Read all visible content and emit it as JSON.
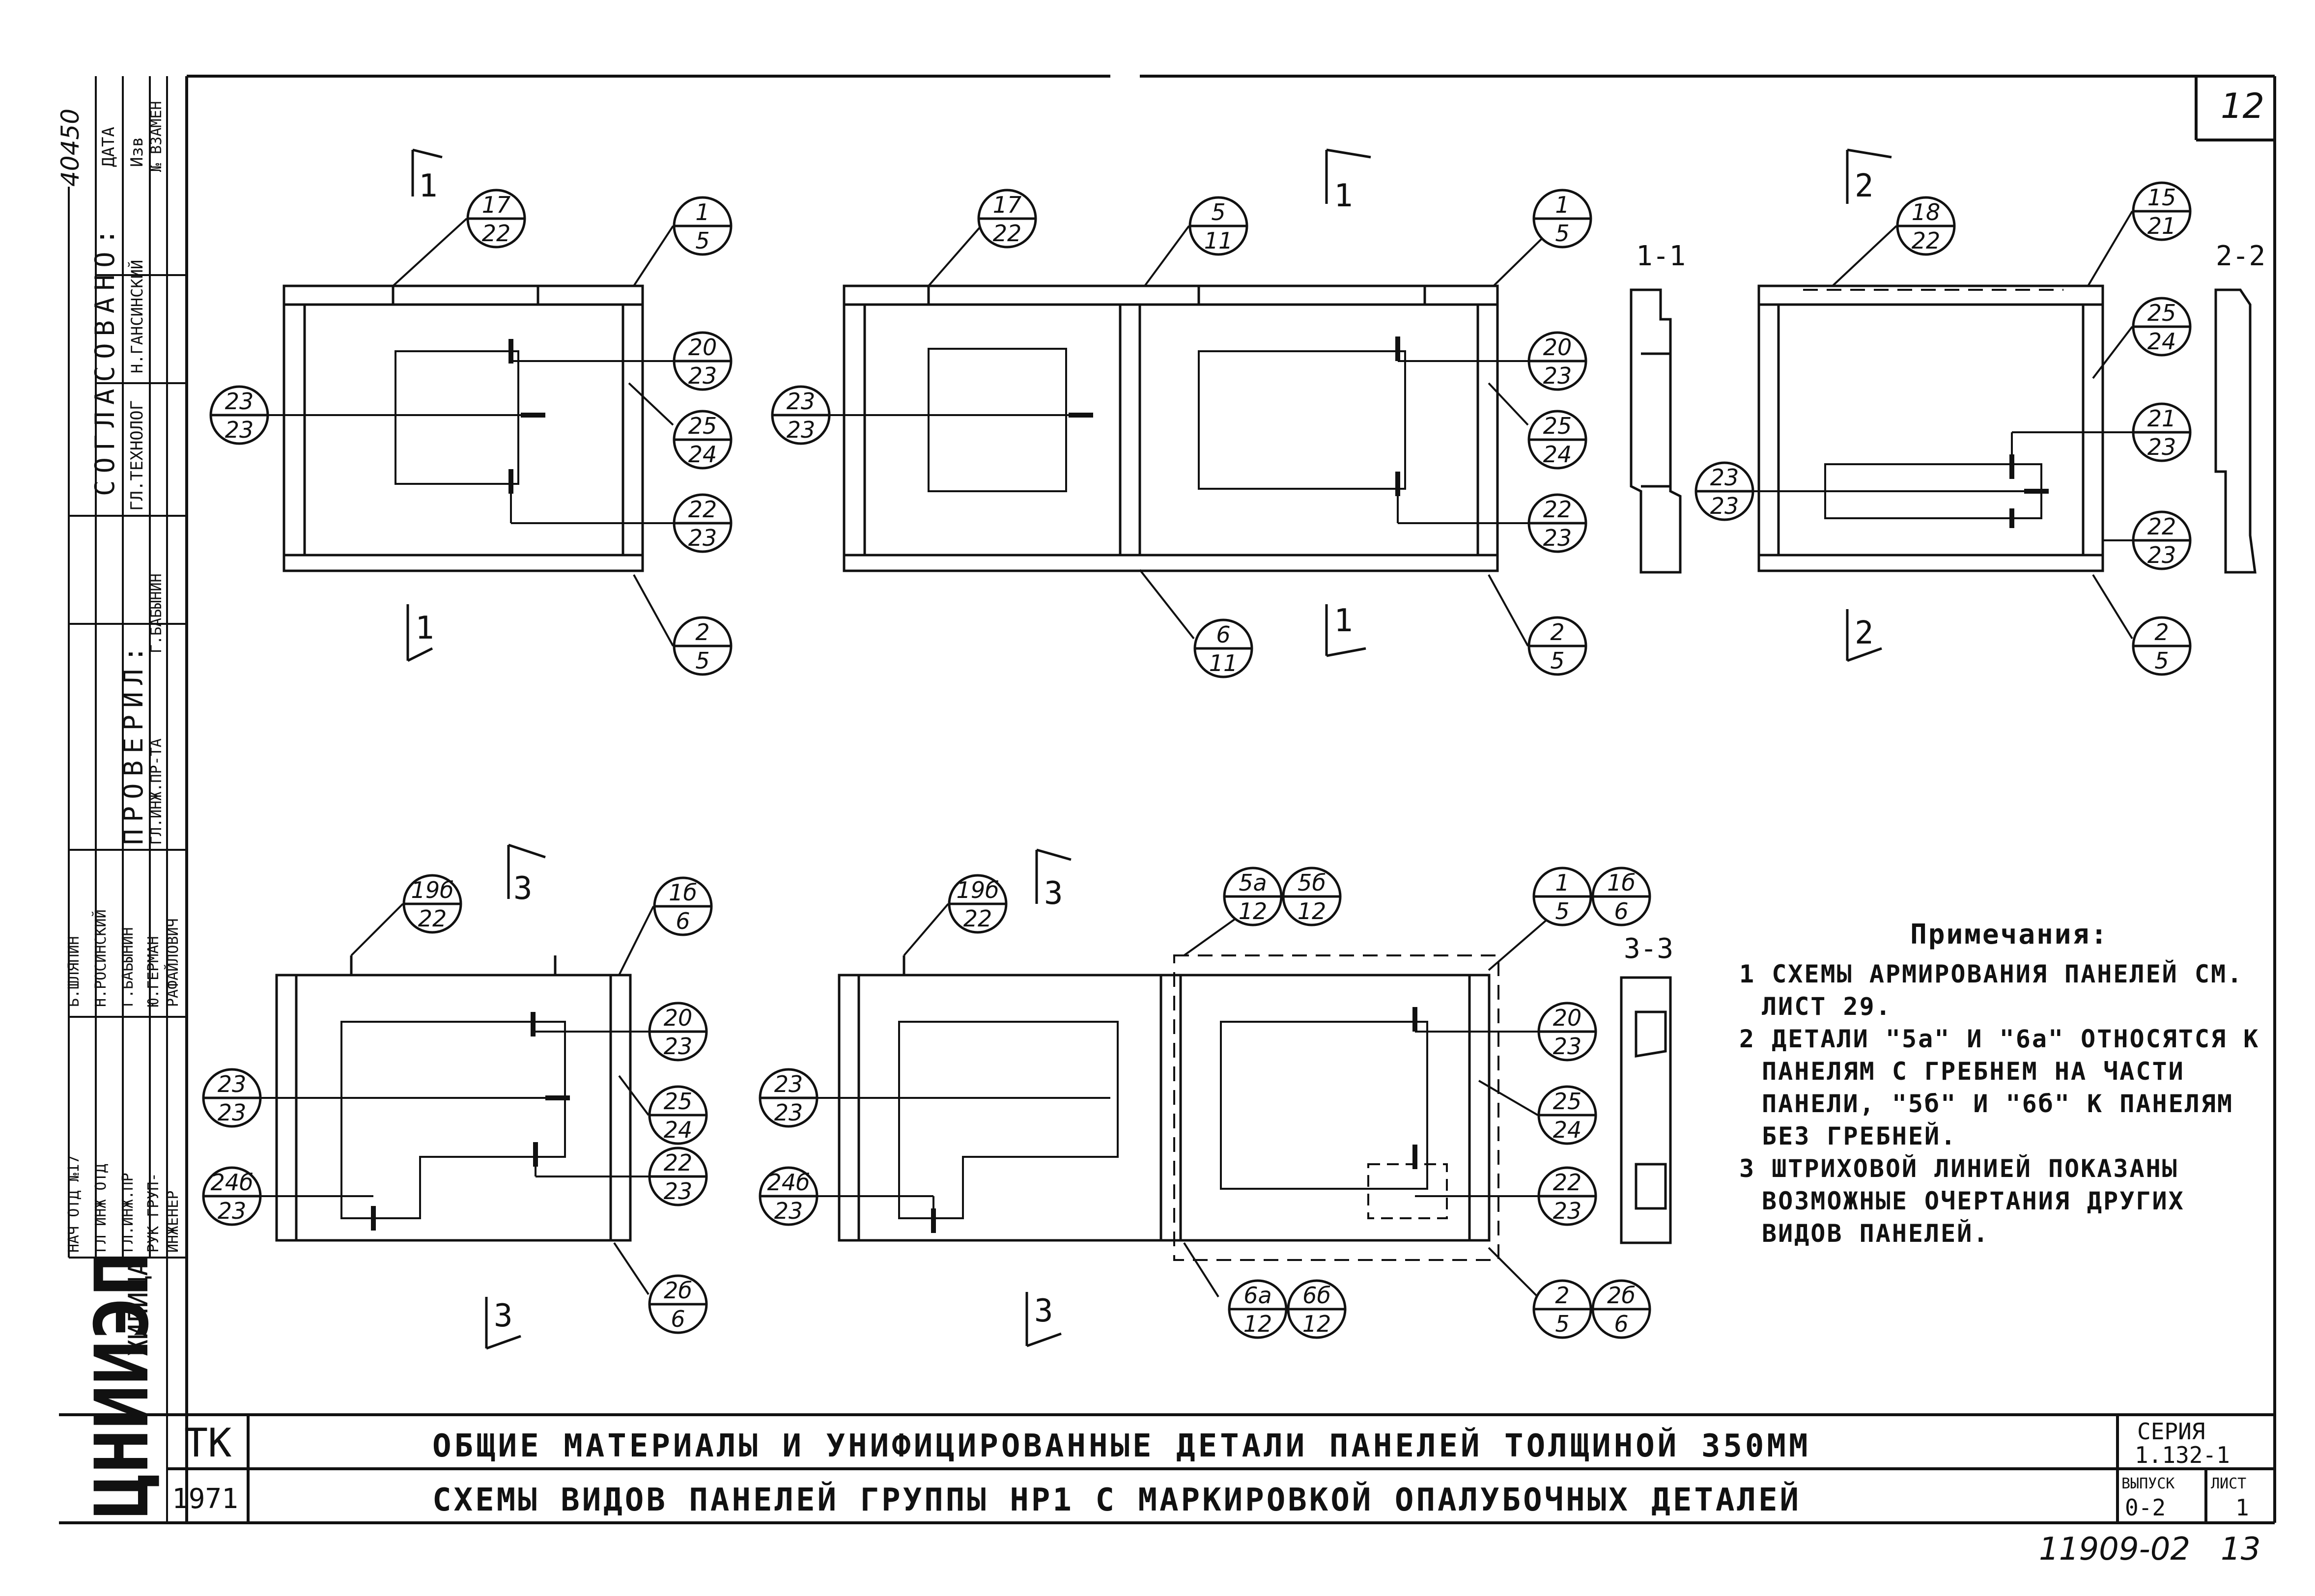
{
  "sheet_no": "12",
  "archive_no": "11909-02",
  "page_no": "13",
  "stamp_no": "40450",
  "left_stamp": {
    "agreed_header": "СОГЛАСОВАНО:",
    "agreed_col_date": "ДАТА",
    "agreed_col_izv": "Изв",
    "agreed_col_rep": "№ ВЗАМЕН",
    "agreed_role": "ГЛ.ТЕХНОЛОГ",
    "agreed_name": "Н.ГАНСИНСКИЙ",
    "checked_header": "ПРОВЕРИЛ:",
    "checked_role": "ГЛ.ИНЖ.ПР-ТА",
    "checked_name": "Г.БАБЫНИН",
    "staff": [
      {
        "role": "НАЧ ОТД №17",
        "name": "Б.ШЛЯПИН"
      },
      {
        "role": "ГЛ ИНЖ ОТД",
        "name": "Н.РОСИНСКИЙ"
      },
      {
        "role": "ГЛ.ИНЖ.ПР",
        "name": "Г.БАБЫНИН"
      },
      {
        "role": "РУК ГРУП-",
        "name": "Ю.ГЕРМАН"
      },
      {
        "role": "ИНЖЕНЕР",
        "name": "РАФАЙЛОВИЧ"
      }
    ],
    "org_logo": "ЦНИИЭП",
    "org_sub": "ЖИЛИЩА"
  },
  "title_block": {
    "code": "ТК",
    "year": "1971",
    "title1": "ОБЩИЕ МАТЕРИАЛЫ И УНИФИЦИРОВАННЫЕ ДЕТАЛИ ПАНЕЛЕЙ ТОЛЩИНОЙ 350ММ",
    "title2": "СХЕМЫ ВИДОВ ПАНЕЛЕЙ ГРУППЫ НР1 С МАРКИРОВКОЙ ОПАЛУБОЧНЫХ ДЕТАЛЕЙ",
    "series_label": "СЕРИЯ",
    "series_value": "1.132-1",
    "issue_label": "ВЫПУСК",
    "issue_value": "0-2",
    "sheet_label": "ЛИСТ",
    "sheet_value": "1"
  },
  "notes": {
    "title": "Примечания:",
    "items": [
      "1 СХЕМЫ АРМИРОВАНИЯ ПАНЕЛЕЙ СМ. ЛИСТ 29.",
      "2 ДЕТАЛИ \"5а\" И \"6а\" ОТНОСЯТСЯ К ПАНЕЛЯМ С ГРЕБНЕМ НА ЧАСТИ ПАНЕЛИ, \"5б\" И \"6б\" К ПАНЕЛЯМ БЕЗ ГРЕБНЕЙ.",
      "3 ШТРИХОВОЙ ЛИНИЕЙ ПОКАЗАНЫ ВОЗМОЖНЫЕ ОЧЕРТАНИЯ ДРУГИХ ВИДОВ ПАНЕЛЕЙ."
    ]
  },
  "sections": {
    "s11": "1-1",
    "s22": "2-2",
    "s33": "3-3"
  },
  "cut_marks": {
    "c1": "1",
    "c2": "2",
    "c3": "3"
  },
  "callouts": {
    "p1_top": [
      "17",
      "22"
    ],
    "p1_tr": [
      "1",
      "5"
    ],
    "p1_left": [
      "23",
      "23"
    ],
    "p1_r1": [
      "20",
      "23"
    ],
    "p1_r2": [
      "25",
      "24"
    ],
    "p1_r3": [
      "22",
      "23"
    ],
    "p1_bot": [
      "2",
      "5"
    ],
    "p2_top": [
      "17",
      "22"
    ],
    "p2_mid": [
      "5",
      "11"
    ],
    "p2_tr": [
      "1",
      "5"
    ],
    "p2_left": [
      "23",
      "23"
    ],
    "p2_r1": [
      "20",
      "23"
    ],
    "p2_r2": [
      "25",
      "24"
    ],
    "p2_r3": [
      "22",
      "23"
    ],
    "p2_bot": [
      "2",
      "5"
    ],
    "p2_botmid": [
      "6",
      "11"
    ],
    "p3_top": [
      "18",
      "22"
    ],
    "p3_tr": [
      "15",
      "21"
    ],
    "p3_left": [
      "23",
      "23"
    ],
    "p3_r1": [
      "25",
      "24"
    ],
    "p3_r2": [
      "21",
      "23"
    ],
    "p3_r3": [
      "22",
      "23"
    ],
    "p3_bot": [
      "2",
      "5"
    ],
    "p4_top": [
      "19б",
      "22"
    ],
    "p4_tr": [
      "1б",
      "6"
    ],
    "p4_left": [
      "23",
      "23"
    ],
    "p4_left2": [
      "24б",
      "23"
    ],
    "p4_r1": [
      "20",
      "23"
    ],
    "p4_r2": [
      "25",
      "24"
    ],
    "p4_r3": [
      "22",
      "23"
    ],
    "p4_bot": [
      "2б",
      "6"
    ],
    "p5_top": [
      "19б",
      "22"
    ],
    "p5_5a": [
      "5а",
      "12"
    ],
    "p5_5b": [
      "5б",
      "12"
    ],
    "p5_tr1": [
      "1",
      "5"
    ],
    "p5_tr2": [
      "1б",
      "6"
    ],
    "p5_left": [
      "23",
      "23"
    ],
    "p5_left2": [
      "24б",
      "23"
    ],
    "p5_r1": [
      "20",
      "23"
    ],
    "p5_r2": [
      "25",
      "24"
    ],
    "p5_r3": [
      "22",
      "23"
    ],
    "p5_6a": [
      "6а",
      "12"
    ],
    "p5_6b": [
      "6б",
      "12"
    ],
    "p5_bot1": [
      "2",
      "5"
    ],
    "p5_bot2": [
      "2б",
      "6"
    ]
  }
}
